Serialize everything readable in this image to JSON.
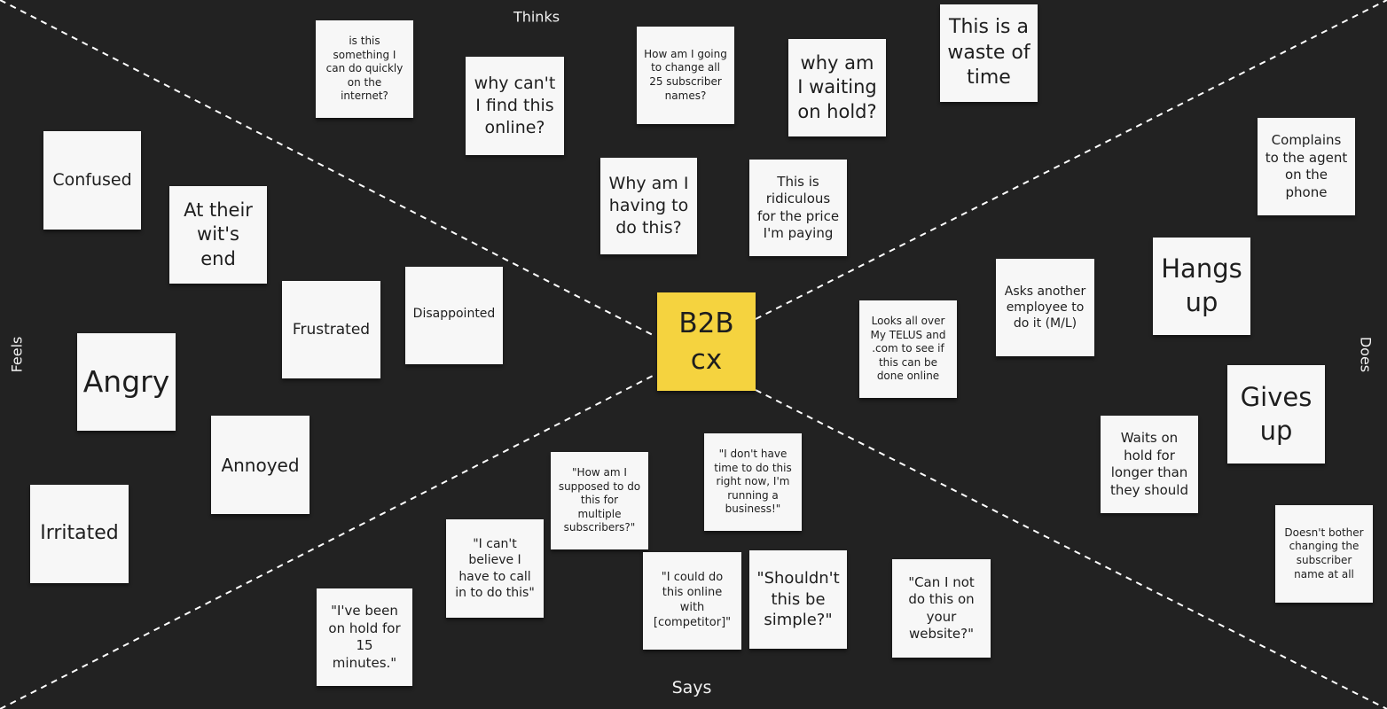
{
  "board": {
    "quadrants": {
      "thinks": "Thinks",
      "feels": "Feels",
      "does": "Does",
      "says": "Says"
    },
    "center": {
      "text": "B2B cx",
      "color": "#f5d33f"
    },
    "notes": {
      "thinks_1": "is this something I can do quickly on the internet?",
      "thinks_2": "why can't I find this online?",
      "thinks_3": "How am I going to change all 25 subscriber names?",
      "thinks_4": "why am I waiting on hold?",
      "thinks_5": "This is a waste of time",
      "thinks_6": "Why am I having to do this?",
      "thinks_7": "This is ridiculous for the price I'm paying",
      "feels_1": "Confused",
      "feels_2": "At their wit's end",
      "feels_3": "Frustrated",
      "feels_4": "Disappointed",
      "feels_5": "Angry",
      "feels_6": "Annoyed",
      "feels_7": "Irritated",
      "does_1": "Complains to the agent on the phone",
      "does_2": "Hangs up",
      "does_3": "Asks another employee to do it (M/L)",
      "does_4": "Looks all over My TELUS and .com to see if this can be done online",
      "does_5": "Gives up",
      "does_6": "Waits on hold for longer than they should",
      "does_7": "Doesn't bother changing the subscriber name at all",
      "says_1": "\"How am I supposed to do this for multiple subscribers?\"",
      "says_2": "\"I don't have time to do this right now, I'm running a business!\"",
      "says_3": "\"I can't believe I have to call in to do this\"",
      "says_4": "\"I could do this online with [competitor]\"",
      "says_5": "\"Shouldn't this be simple?\"",
      "says_6": "\"Can I not do this on your website?\"",
      "says_7": "\"I've been on hold for 15 minutes.\""
    }
  },
  "colors": {
    "background": "#222222",
    "sticky": "#f7f7f7",
    "line": "#ffffff"
  }
}
